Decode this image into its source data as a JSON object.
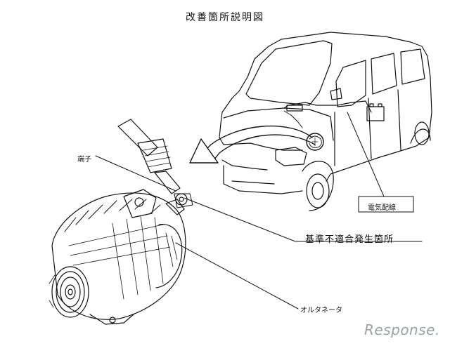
{
  "title": "改善箇所説明図",
  "labels": {
    "terminal": "端子",
    "electrical_wiring": "電気配線",
    "defect_location": "基準不適合発生箇所",
    "alternator": "オルタネータ"
  },
  "watermark": "Response.",
  "colors": {
    "line": "#111111",
    "watermark": "#9aa0a6",
    "background": "#ffffff"
  }
}
